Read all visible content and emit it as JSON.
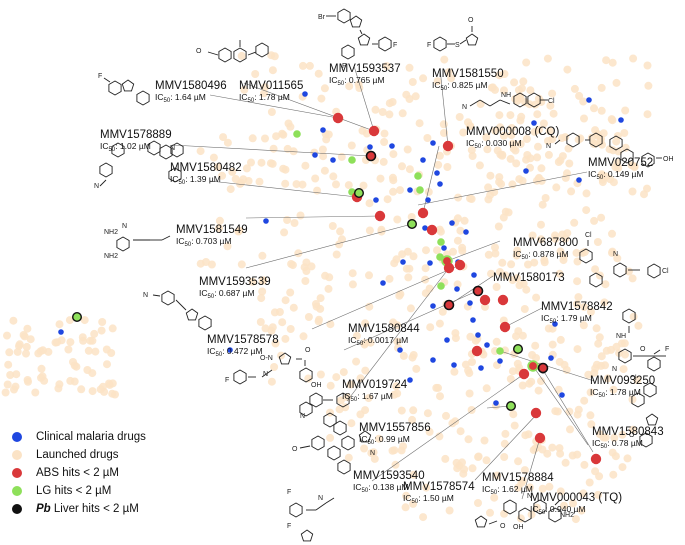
{
  "colors": {
    "clinical": "#1f47e0",
    "launched": "#fbe3c6",
    "abs": "#d9383a",
    "lg": "#8ee05a",
    "liver": "#111111",
    "leader": "#6d6d6d"
  },
  "legend": [
    {
      "key": "clinical",
      "label": "Clinical malaria drugs"
    },
    {
      "key": "launched",
      "label": "Launched drugs"
    },
    {
      "key": "abs",
      "label": "ABS hits < 2 µM"
    },
    {
      "key": "lg",
      "label": "LG hits < 2 µM"
    },
    {
      "key": "liver",
      "label_prefix": "Pb",
      "label": " Liver hits < 2 µM"
    }
  ],
  "compounds": [
    {
      "id": "MMV1580496",
      "value": "1.64 µM"
    },
    {
      "id": "MMV011565",
      "value": "1.78 µM"
    },
    {
      "id": "MMV1593537",
      "value": "0.765 µM"
    },
    {
      "id": "MMV1581550",
      "value": "0.825 µM"
    },
    {
      "id": "MMV1578889",
      "value": "1.02 µM"
    },
    {
      "id": "MMV000008 (CQ)",
      "value": "0.030 µM"
    },
    {
      "id": "MMV1580482",
      "value": "1.39 µM"
    },
    {
      "id": "MMV020752",
      "value": "0.149 µM"
    },
    {
      "id": "MMV1581549",
      "value": "0.703 µM"
    },
    {
      "id": "MMV687800",
      "value": "0.878 µM"
    },
    {
      "id": "MMV1593539",
      "value": "0.687 µM"
    },
    {
      "id": "MMV1580173",
      "value": ""
    },
    {
      "id": "MMV1578842",
      "value": "1.79 µM"
    },
    {
      "id": "MMV1578578",
      "value": "0.472 µM"
    },
    {
      "id": "MMV1580844",
      "value": "0.0017 µM"
    },
    {
      "id": "MMV019724",
      "value": "1.67 µM"
    },
    {
      "id": "MMV093250",
      "value": "1.78 µM"
    },
    {
      "id": "MMV1557856",
      "value": "0.99 µM"
    },
    {
      "id": "MMV1580843",
      "value": "0.78 µM"
    },
    {
      "id": "MMV1593540",
      "value": "0.138 µM"
    },
    {
      "id": "MMV1578884",
      "value": "1.62 µM"
    },
    {
      "id": "MMV1578574",
      "value": "1.50 µM"
    },
    {
      "id": "MMV000043 (TQ)",
      "value": "0.940 µM"
    }
  ],
  "ic50_prefix": "IC",
  "ic50_sub": "50",
  "ic50_sep": ":",
  "structure_letters": [
    "Br",
    "F",
    "O",
    "N",
    "H",
    "S",
    "Cl",
    "NH",
    "OH",
    "NH2",
    "N=N",
    "O-N"
  ]
}
